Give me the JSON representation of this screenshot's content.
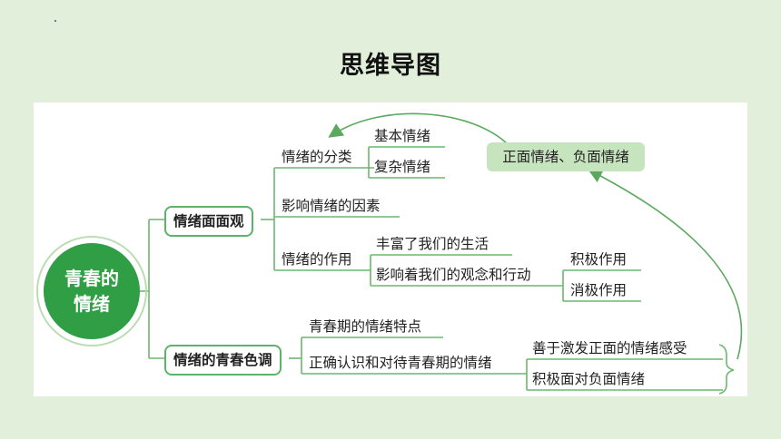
{
  "page_title": "思维导图",
  "root": {
    "line1": "青春的",
    "line2": "情绪"
  },
  "branch1": {
    "label": "情绪面面观",
    "classification": {
      "label": "情绪的分类",
      "items": [
        "基本情绪",
        "复杂情绪"
      ]
    },
    "factors": "影响情绪的因素",
    "function": {
      "label": "情绪的作用",
      "enrich": "丰富了我们的生活",
      "influence": {
        "label": "影响着我们的观念和行动",
        "items": [
          "积极作用",
          "消极作用"
        ]
      }
    }
  },
  "branch2": {
    "label": "情绪的青春色调",
    "traits": "青春期的情绪特点",
    "correct": {
      "label": "正确认识和对待青春期的情绪",
      "items": [
        "善于激发正面的情绪感受",
        "积极面对负面情绪"
      ]
    }
  },
  "annotation": "正面情绪、负面情绪",
  "colors": {
    "accent": "#2f9e44",
    "box_border": "#5cb46a",
    "line": "#6bb86f",
    "arrow": "#5aa95e",
    "background": "#e2efda"
  }
}
